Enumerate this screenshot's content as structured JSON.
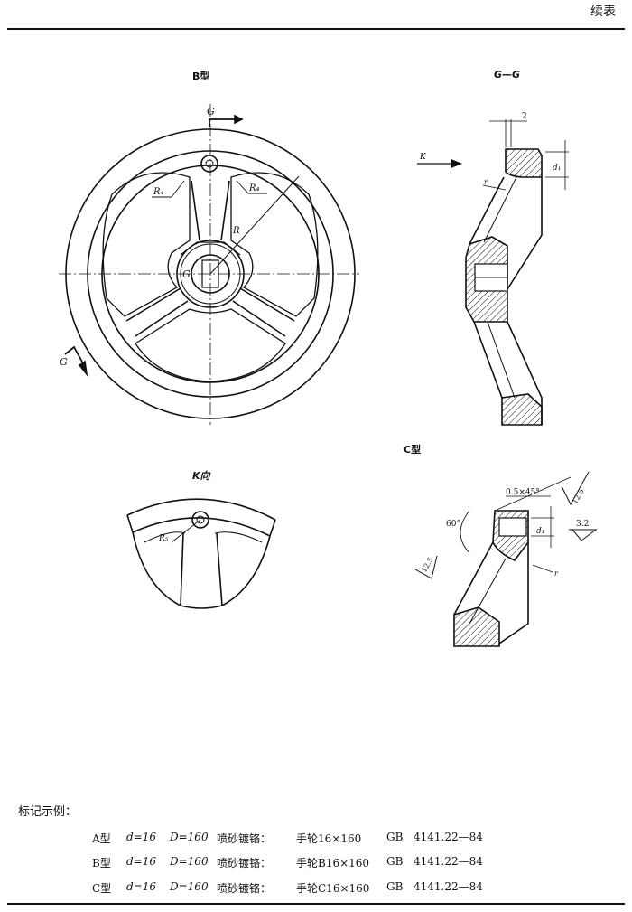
{
  "header": {
    "continued": "续表"
  },
  "figures": {
    "view_b_caption": "B型",
    "section_caption": "G—G",
    "view_c_caption": "C型",
    "view_k_caption": "K向"
  },
  "drawing_labels": {
    "g": "G",
    "r": "R",
    "r4": "R₄",
    "r5": "R₅",
    "k": "K",
    "dim_2": "2",
    "r_small": "r",
    "d1": "d₁",
    "chamfer": "0.5×45°",
    "rough_12_5": "12.5",
    "rough_3_2": "3.2",
    "angle_60": "60°"
  },
  "examples": {
    "title": "标记示例：",
    "rows": [
      {
        "type": "A型",
        "d": "d=16",
        "D": "D=160",
        "finish": "喷砂镀铬：",
        "name": "手轮16×160",
        "std": "GB",
        "code": "4141.22—84"
      },
      {
        "type": "B型",
        "d": "d=16",
        "D": "D=160",
        "finish": "喷砂镀铬：",
        "name": "手轮B16×160",
        "std": "GB",
        "code": "4141.22—84"
      },
      {
        "type": "C型",
        "d": "d=16",
        "D": "D=160",
        "finish": "喷砂镀铬：",
        "name": "手轮C16×160",
        "std": "GB",
        "code": "4141.22—84"
      }
    ]
  }
}
